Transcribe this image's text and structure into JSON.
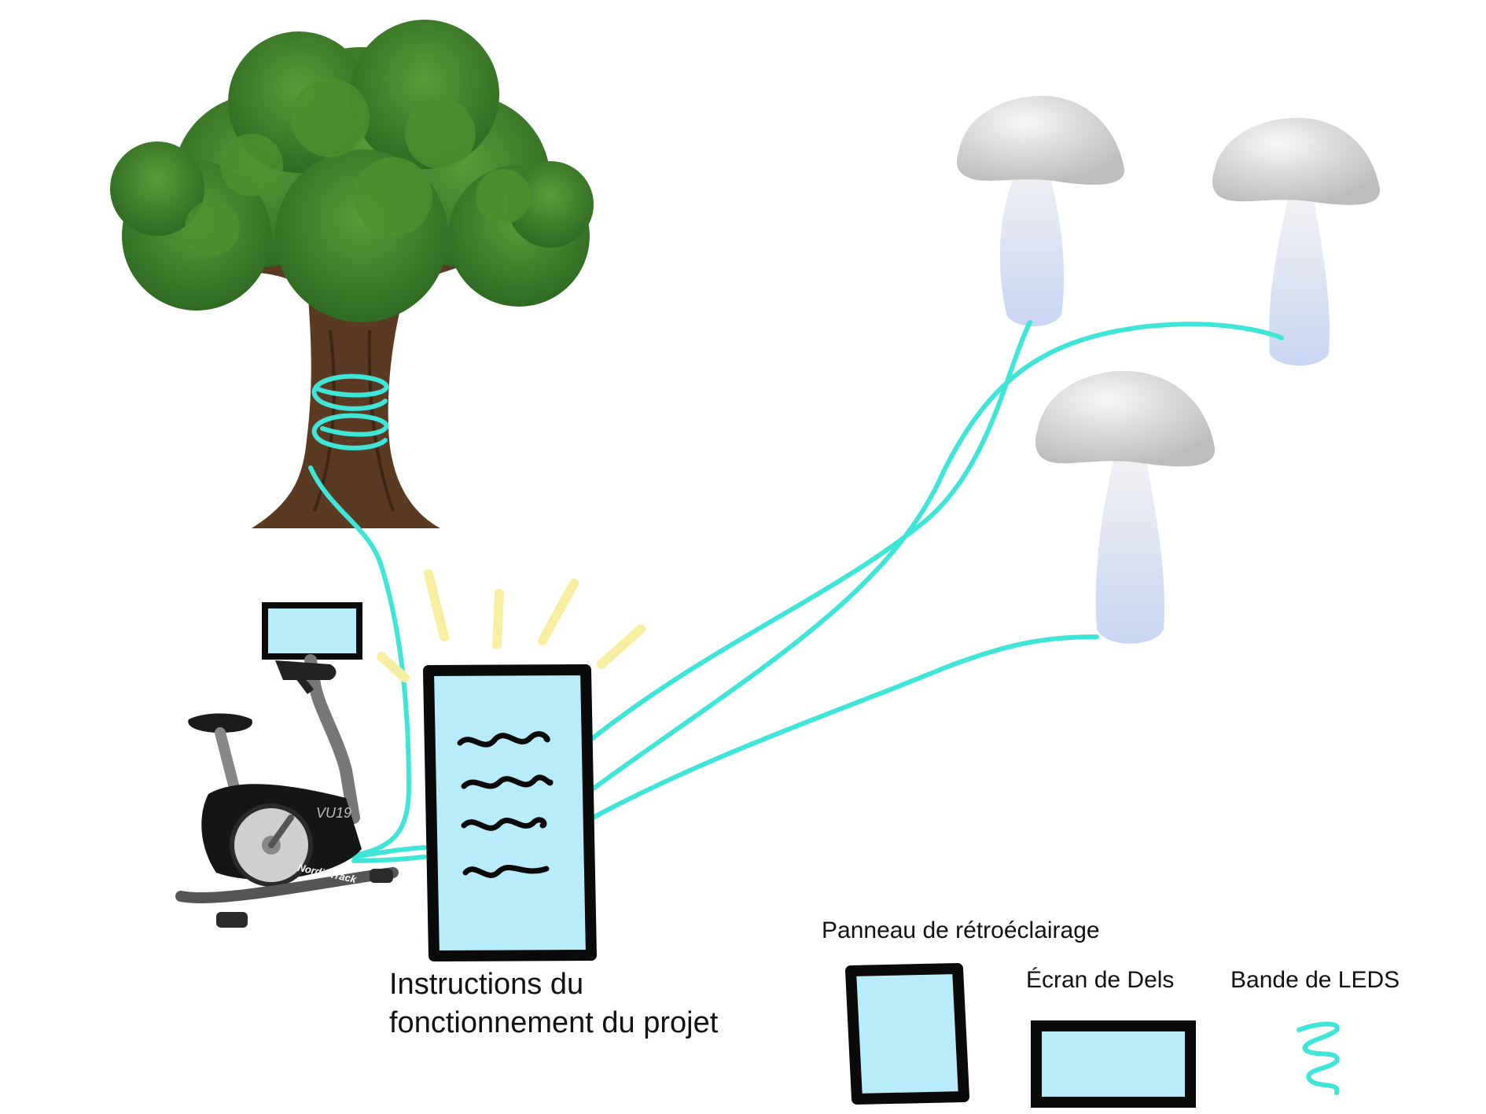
{
  "labels": {
    "instructions_line1": "Instructions du",
    "instructions_line2": "fonctionnement du projet",
    "backlight_panel": "Panneau de rétroéclairage",
    "led_screen": "Écran de Dels",
    "led_strip": "Bande de LEDS"
  },
  "bike": {
    "brand_text": "NordicTrack",
    "model_text": "VU19"
  },
  "colors": {
    "led_cyan": "#3fe6d8",
    "screen_fill": "#b8ecfb",
    "outline": "#0a0a0a",
    "foliage": "#3f7f2a",
    "trunk": "#5a3a22",
    "glow": "#f6eea0",
    "mushroom_cap": "#e2e2e2",
    "mushroom_stem": "#d6def5"
  }
}
